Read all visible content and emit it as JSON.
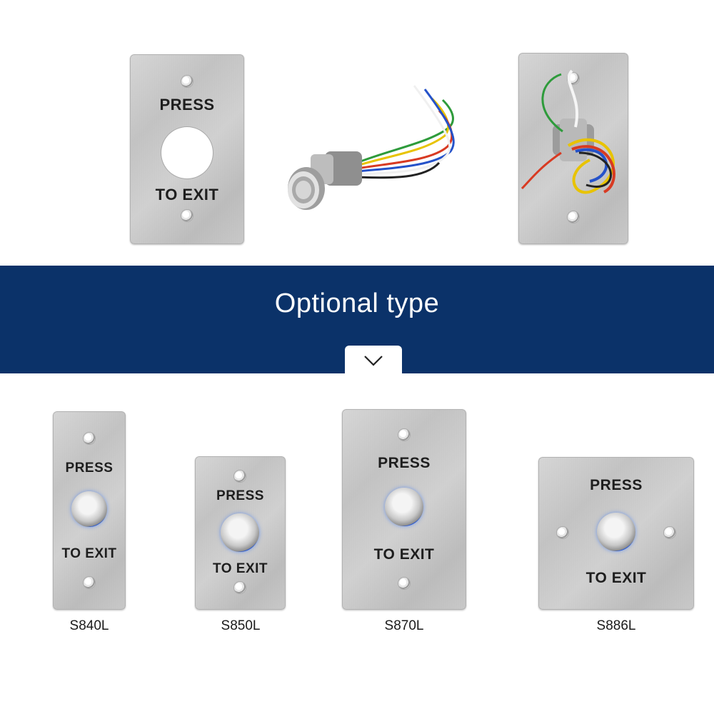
{
  "banner": {
    "title": "Optional type",
    "toggle_icon": "chevron-down-icon",
    "color": "#0b3269"
  },
  "top_products": {
    "cutout_plate": {
      "line1": "PRESS",
      "line2": "TO EXIT"
    },
    "button_with_wires": {
      "icon": "push-button-icon"
    },
    "plate_back_view": {
      "icon": "wired-plate-back-icon"
    }
  },
  "models": [
    {
      "code": "S840L",
      "line1": "PRESS",
      "line2": "TO EXIT"
    },
    {
      "code": "S850L",
      "line1": "PRESS",
      "line2": "TO EXIT"
    },
    {
      "code": "S870L",
      "line1": "PRESS",
      "line2": "TO EXIT"
    },
    {
      "code": "S886L",
      "line1": "PRESS",
      "line2": "TO EXIT"
    }
  ],
  "colors": {
    "led_ring": "#2f7bff",
    "steel": "#c8c8c8"
  }
}
